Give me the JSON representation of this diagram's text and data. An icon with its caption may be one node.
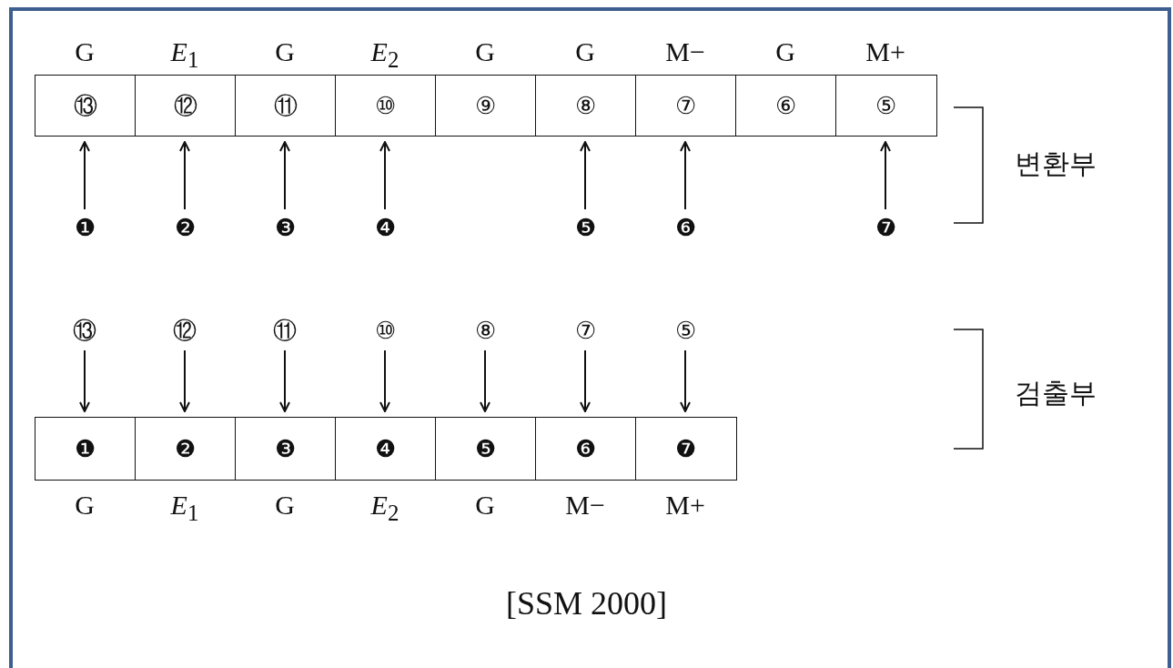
{
  "diagram": {
    "caption": "[SSM 2000]",
    "nodes": [
      {
        "text": [
          "⑬"
        ],
        "beside": [
          "G"
        ]
      },
      {
        "text": [
          "⑫"
        ],
        "beside": [
          "*E*$_{1}$"
        ]
      },
      {
        "text": [
          "⑪"
        ],
        "beside": [
          "G"
        ]
      },
      {
        "text": [
          "⑩"
        ],
        "beside": [
          "*E*$_{2}$"
        ]
      },
      {
        "text": [
          "⑨"
        ],
        "beside": [
          "G"
        ]
      },
      {
        "text": [
          "⑧"
        ],
        "beside": [
          "G"
        ]
      },
      {
        "text": [
          "⑦"
        ],
        "beside": [
          "M−"
        ]
      },
      {
        "text": [
          "⑥"
        ],
        "beside": [
          "G"
        ]
      },
      {
        "text": [
          "⑤"
        ],
        "beside": [
          "M+"
        ]
      },
      {
        "text": [
          "❶"
        ]
      },
      {
        "text": [
          "❷"
        ]
      },
      {
        "text": [
          "❸"
        ]
      },
      {
        "text": [
          "❹"
        ]
      },
      {
        "text": [
          "❺"
        ]
      },
      {
        "text": [
          "❻"
        ]
      },
      {
        "text": [
          "❼"
        ]
      },
      {
        "text": [
          "⑬"
        ]
      },
      {
        "text": [
          "⑫"
        ]
      },
      {
        "text": [
          "⑪"
        ]
      },
      {
        "text": [
          "⑩"
        ]
      },
      {
        "text": [
          "⑧"
        ]
      },
      {
        "text": [
          "⑦"
        ]
      },
      {
        "text": [
          "⑤"
        ]
      },
      {
        "text": [
          "❶"
        ],
        "beside": [
          "G"
        ]
      },
      {
        "text": [
          "❷"
        ],
        "beside": [
          "*E*$_{1}$"
        ]
      },
      {
        "text": [
          "❸"
        ],
        "beside": [
          "G"
        ]
      },
      {
        "text": [
          "❹"
        ],
        "beside": [
          "*E*$_{2}$"
        ]
      },
      {
        "text": [
          "❺"
        ],
        "beside": [
          "G"
        ]
      },
      {
        "text": [
          "❻"
        ],
        "beside": [
          "M−"
        ]
      },
      {
        "text": [
          "❼"
        ],
        "beside": [
          "M+"
        ]
      }
    ],
    "edges": [
      {
        "from": 9,
        "to": 0,
        "arrow": "to"
      },
      {
        "from": 10,
        "to": 1,
        "arrow": "to"
      },
      {
        "from": 11,
        "to": 2,
        "arrow": "to"
      },
      {
        "from": 12,
        "to": 3,
        "arrow": "to"
      },
      {
        "from": 13,
        "to": 5,
        "arrow": "to"
      },
      {
        "from": 14,
        "to": 6,
        "arrow": "to"
      },
      {
        "from": 15,
        "to": 8,
        "arrow": "to"
      },
      {
        "from": 16,
        "to": 23,
        "arrow": "to"
      },
      {
        "from": 17,
        "to": 24,
        "arrow": "to"
      },
      {
        "from": 18,
        "to": 25,
        "arrow": "to"
      },
      {
        "from": 19,
        "to": 26,
        "arrow": "to"
      },
      {
        "from": 20,
        "to": 27,
        "arrow": "to"
      },
      {
        "from": 21,
        "to": 28,
        "arrow": "to"
      },
      {
        "from": 22,
        "to": 29,
        "arrow": "to"
      }
    ],
    "labels": [
      "변환부",
      "검출부"
    ]
  }
}
